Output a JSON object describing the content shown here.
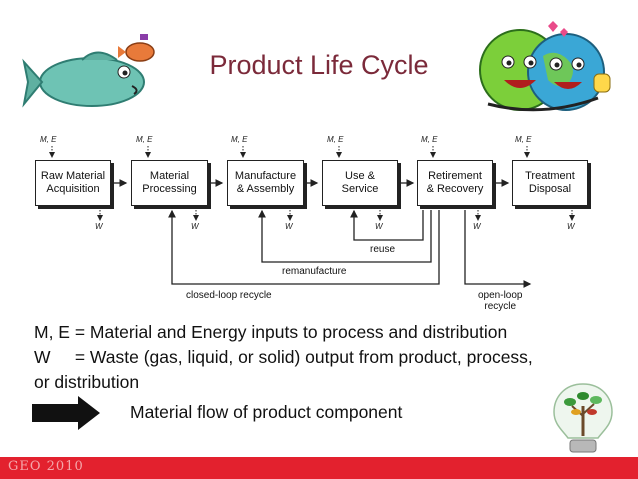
{
  "title": "Product Life Cycle",
  "input_label": "M, E",
  "waste_label": "W",
  "stages": [
    {
      "line1": "Raw Material",
      "line2": "Acquisition"
    },
    {
      "line1": "Material",
      "line2": "Processing"
    },
    {
      "line1": "Manufacture",
      "line2": "& Assembly"
    },
    {
      "line1": "Use &",
      "line2": "Service"
    },
    {
      "line1": "Retirement",
      "line2": "& Recovery"
    },
    {
      "line1": "Treatment",
      "line2": "Disposal"
    }
  ],
  "loops": {
    "reuse": "reuse",
    "remanufacture": "remanufacture",
    "closed_loop": "closed-loop recycle",
    "open_loop_line1": "open-loop",
    "open_loop_line2": "recycle"
  },
  "legend": {
    "me_line": "M, E = Material and Energy inputs to process and distribution",
    "w_line1": "W     = Waste (gas, liquid, or solid) output from product, process,",
    "w_line2": "or distribution",
    "arrow_text": "Material flow of product component"
  },
  "footer": "GEO 2010",
  "colors": {
    "title": "#7b2a3a",
    "footer_bar": "#e3212e",
    "footer_text": "#f4a7ab"
  }
}
